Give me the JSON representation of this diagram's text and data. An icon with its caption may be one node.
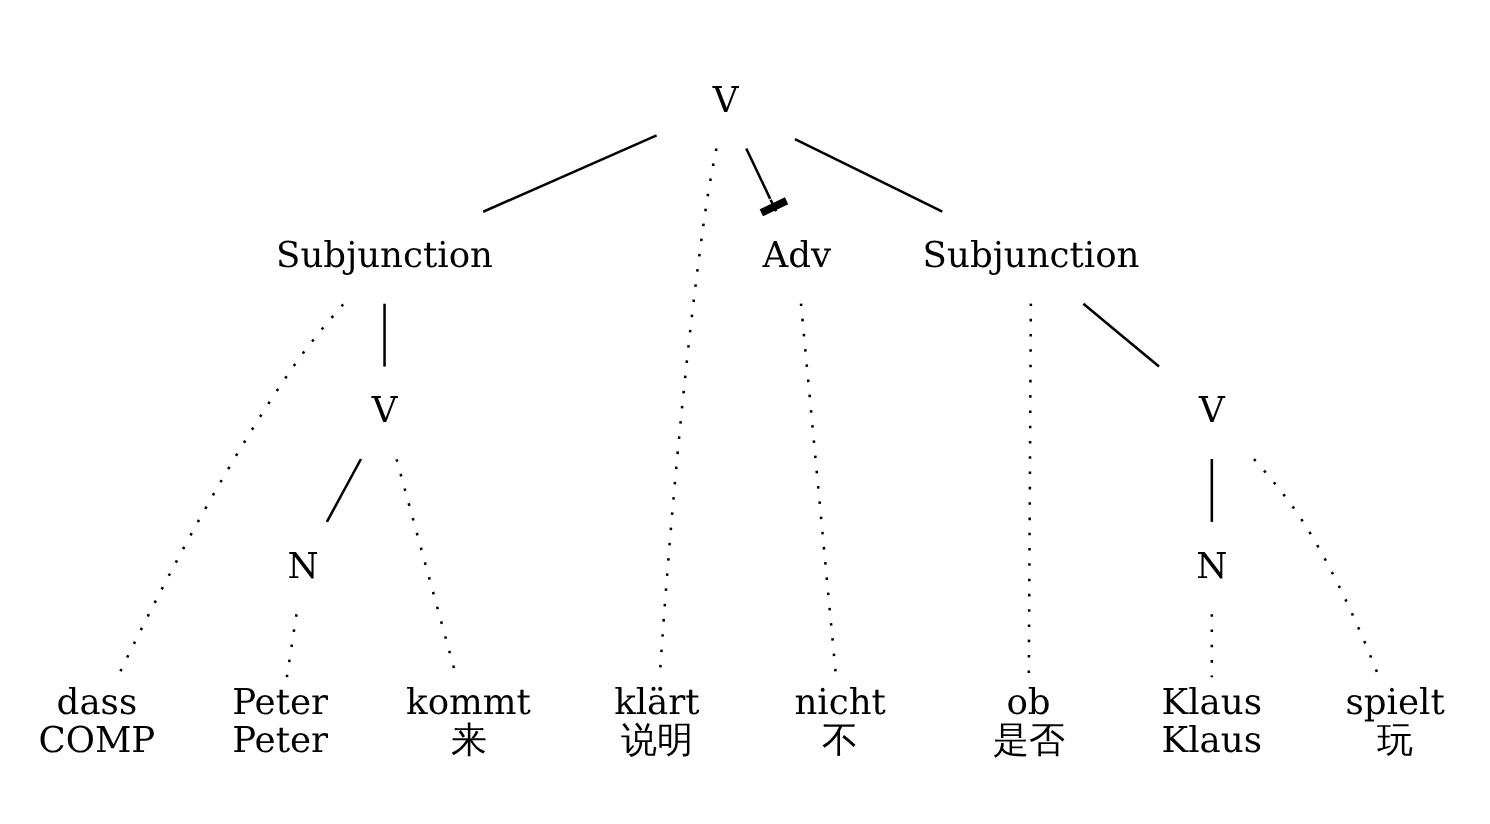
{
  "diagram": {
    "nodes": [
      {
        "text": [
          "V"
        ]
      },
      {
        "text": [
          "Subjunction"
        ]
      },
      {
        "text": [
          "Adv"
        ]
      },
      {
        "text": [
          "Subjunction"
        ]
      },
      {
        "text": [
          "V"
        ]
      },
      {
        "text": [
          "N"
        ]
      },
      {
        "text": [
          "V"
        ]
      },
      {
        "text": [
          "N"
        ]
      },
      {
        "text": [
          "dass",
          "COMP"
        ]
      },
      {
        "text": [
          "Peter",
          "Peter"
        ]
      },
      {
        "text": [
          "kommt",
          "来"
        ]
      },
      {
        "text": [
          "klärt",
          "说明"
        ]
      },
      {
        "text": [
          "nicht",
          "不"
        ]
      },
      {
        "text": [
          "ob",
          "是否"
        ]
      },
      {
        "text": [
          "Klaus",
          "Klaus"
        ]
      },
      {
        "text": [
          "spielt",
          "玩"
        ]
      }
    ],
    "edges": [
      {
        "from": 0,
        "to": 1,
        "arrow": "none"
      },
      {
        "from": 0,
        "to": 11,
        "arrow": "none",
        "style": "dashed"
      },
      {
        "from": 0,
        "to": 2,
        "arrow": "other"
      },
      {
        "from": 0,
        "to": 3,
        "arrow": "none"
      },
      {
        "from": 1,
        "to": 8,
        "arrow": "none",
        "style": "dashed"
      },
      {
        "from": 1,
        "to": 4,
        "arrow": "none"
      },
      {
        "from": 2,
        "to": 12,
        "arrow": "none",
        "style": "dashed"
      },
      {
        "from": 3,
        "to": 13,
        "arrow": "none",
        "style": "dashed"
      },
      {
        "from": 3,
        "to": 6,
        "arrow": "none"
      },
      {
        "from": 4,
        "to": 5,
        "arrow": "none"
      },
      {
        "from": 4,
        "to": 10,
        "arrow": "none",
        "style": "dashed"
      },
      {
        "from": 6,
        "to": 7,
        "arrow": "none"
      },
      {
        "from": 6,
        "to": 15,
        "arrow": "none",
        "style": "dashed"
      },
      {
        "from": 5,
        "to": 9,
        "arrow": "none",
        "style": "dashed"
      },
      {
        "from": 7,
        "to": 14,
        "arrow": "none",
        "style": "dashed"
      }
    ]
  }
}
